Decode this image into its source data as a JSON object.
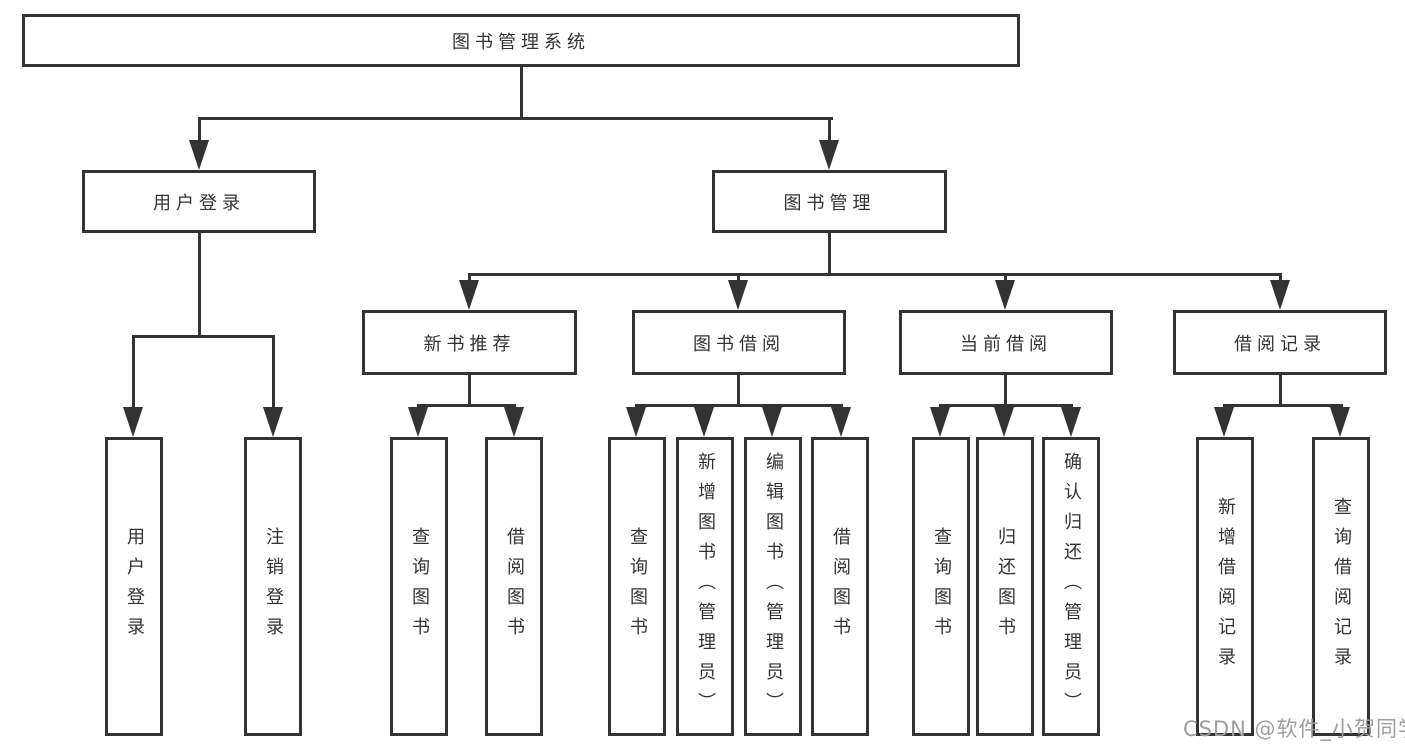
{
  "diagram": {
    "type": "hierarchy-tree",
    "line_color": "#333333",
    "background_color": "#ffffff",
    "watermark": {
      "text": "CSDN @软件_小贺同学",
      "color": "#9e9e9e"
    },
    "tree": {
      "root": {
        "label": "图书管理系统"
      },
      "branches": [
        {
          "label": "用户登录",
          "children": [
            {
              "label": "用户登录"
            },
            {
              "label": "注销登录"
            }
          ]
        },
        {
          "label": "图书管理",
          "children": [
            {
              "label": "新书推荐",
              "children": [
                {
                  "label": "查询图书"
                },
                {
                  "label": "借阅图书"
                }
              ]
            },
            {
              "label": "图书借阅",
              "children": [
                {
                  "label": "查询图书"
                },
                {
                  "label": "新增图书（管理员）"
                },
                {
                  "label": "编辑图书（管理员）"
                },
                {
                  "label": "借阅图书"
                }
              ]
            },
            {
              "label": "当前借阅",
              "children": [
                {
                  "label": "查询图书"
                },
                {
                  "label": "归还图书"
                },
                {
                  "label": "确认归还（管理员）"
                }
              ]
            },
            {
              "label": "借阅记录",
              "children": [
                {
                  "label": "新增借阅记录"
                },
                {
                  "label": "查询借阅记录"
                }
              ]
            }
          ]
        }
      ]
    }
  }
}
